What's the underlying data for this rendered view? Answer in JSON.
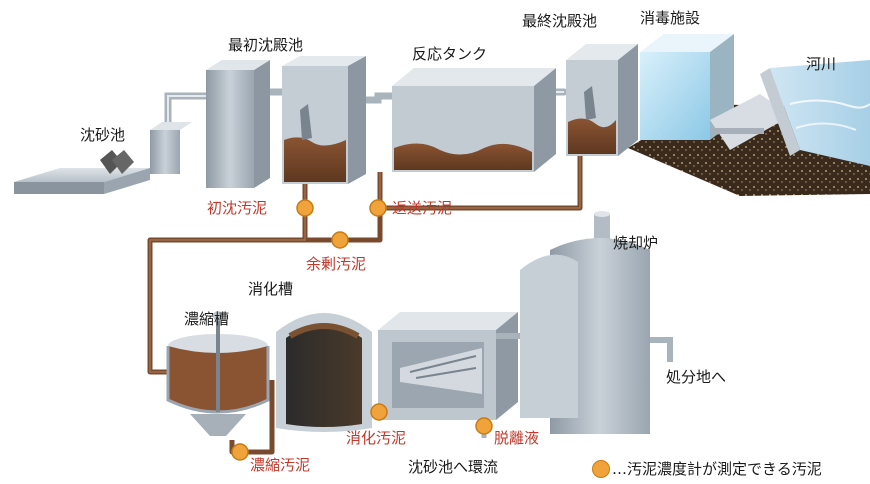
{
  "labels": {
    "grit_chamber": "沈砂池",
    "primary_clarifier": "最初沈殿池",
    "reaction_tank": "反応タンク",
    "final_clarifier": "最終沈殿池",
    "disinfection": "消毒施設",
    "river": "河川",
    "digester": "消化槽",
    "thickener": "濃縮槽",
    "incinerator": "焼却炉",
    "to_landfill": "処分地へ",
    "return_to_grit": "沈砂池へ環流"
  },
  "sludge_points": {
    "primary_sludge": "初沈汚泥",
    "return_sludge": "返送汚泥",
    "excess_sludge": "余剰汚泥",
    "thickened_sludge": "濃縮汚泥",
    "digested_sludge": "消化汚泥",
    "dewatering_filtrate": "脱離液"
  },
  "legend": {
    "text": "…汚泥濃度計が測定できる汚泥"
  },
  "colors": {
    "marker_fill": "#f0a33a",
    "sludge_pipe": "#7a4a2e",
    "label_red": "#c0392b",
    "tank_metal": "#b9c2cb"
  }
}
